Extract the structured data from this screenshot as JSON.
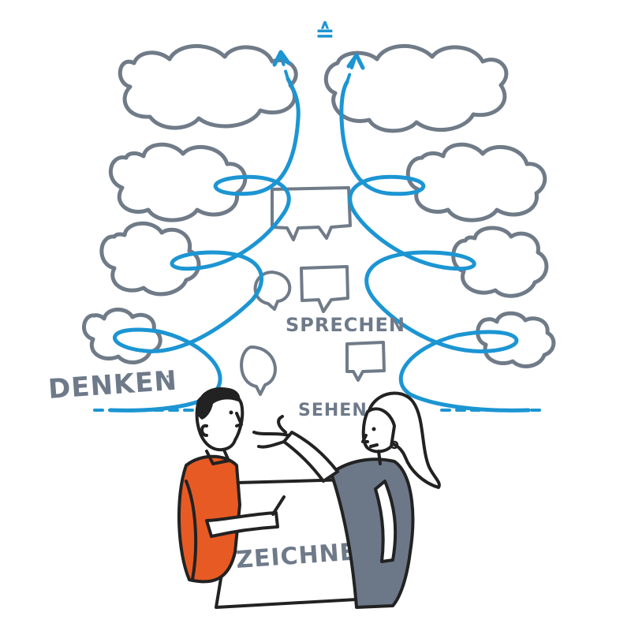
{
  "labels": {
    "think": "DENKEN",
    "speak": "SPRECHEN",
    "see": "SEHEN",
    "draw": "ZEICHNEN"
  },
  "top_symbol": "≙",
  "colors": {
    "flow": "#1c95d3",
    "cloud": "#707b88",
    "shirt_orange": "#e85a24",
    "dress_gray": "#6c7887",
    "ink": "#222222"
  }
}
